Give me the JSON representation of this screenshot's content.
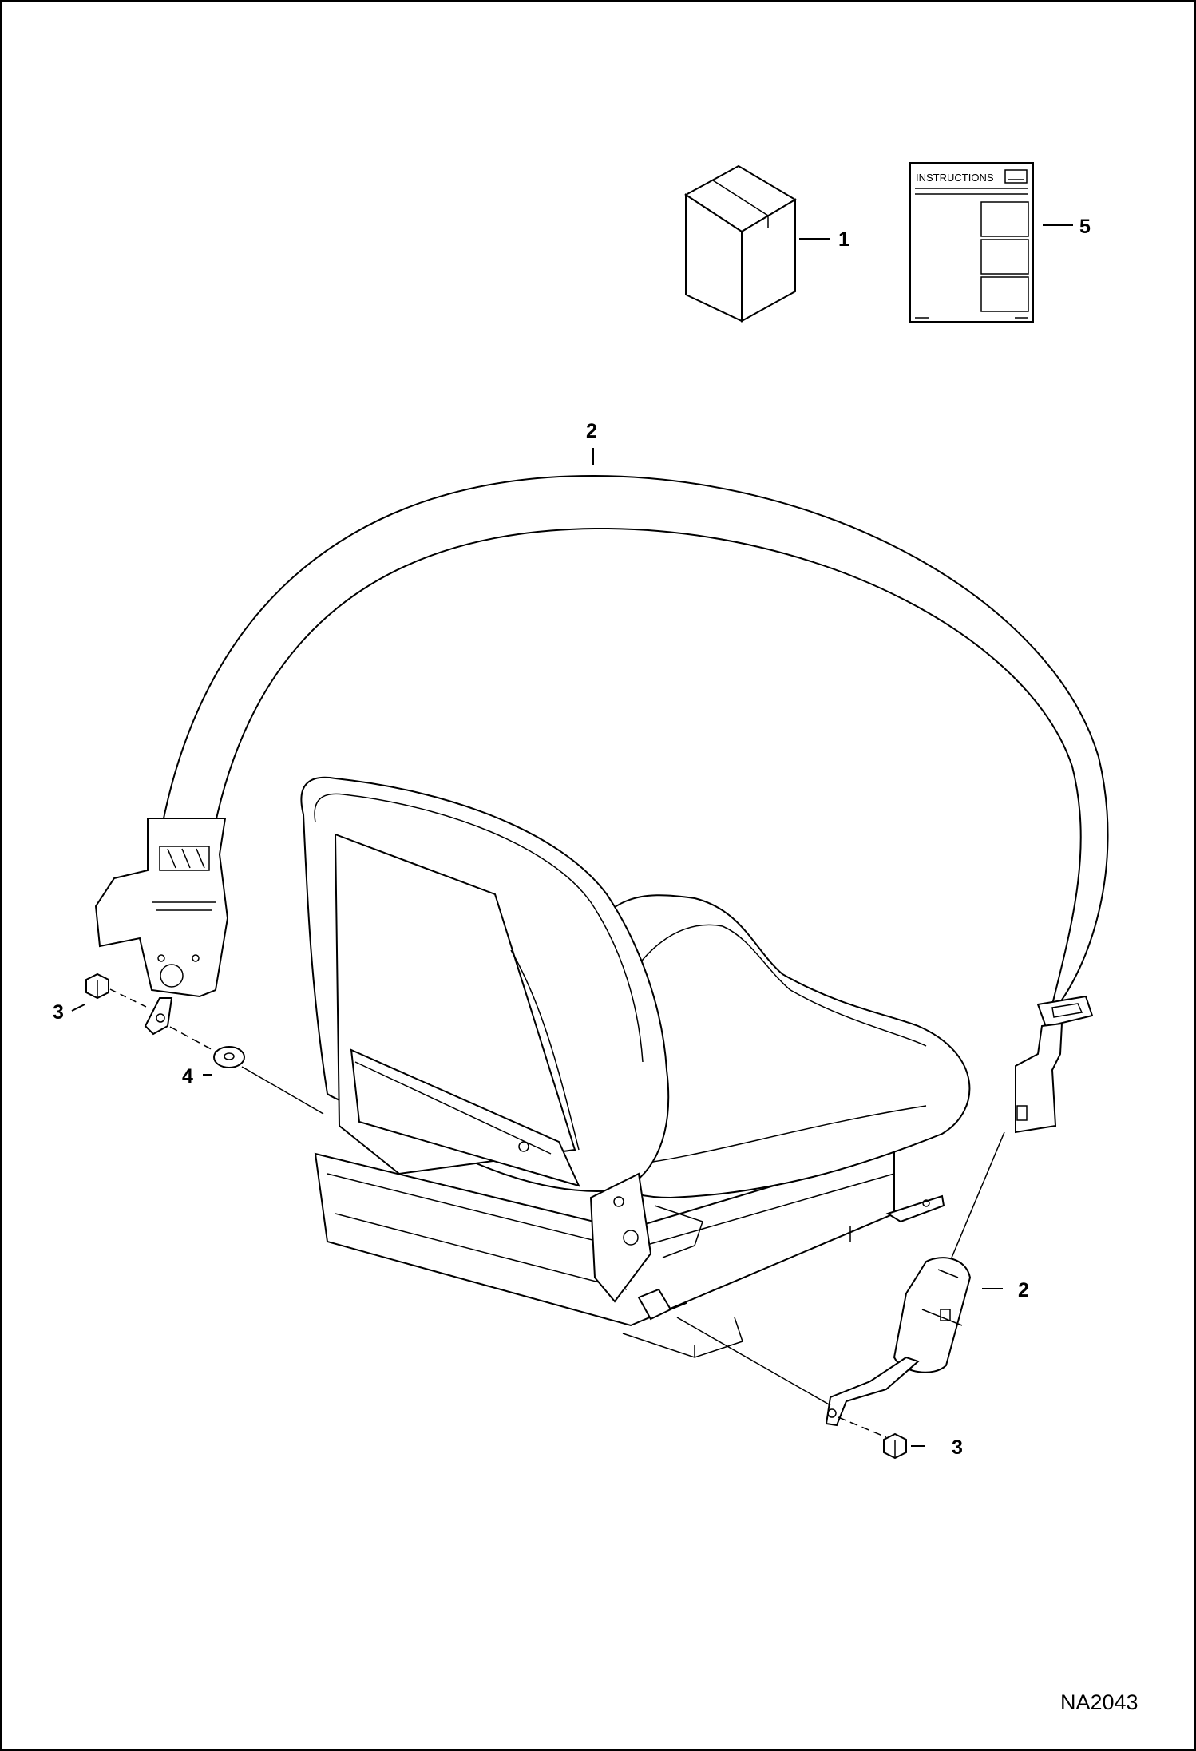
{
  "diagram": {
    "drawing_number": "NA2043",
    "instructions_label": "INSTRUCTIONS",
    "callouts": [
      {
        "id": "c1",
        "label": "1"
      },
      {
        "id": "c5",
        "label": "5"
      },
      {
        "id": "c2-belt-top",
        "label": "2"
      },
      {
        "id": "c3-left",
        "label": "3"
      },
      {
        "id": "c4",
        "label": "4"
      },
      {
        "id": "c2-buckle",
        "label": "2"
      },
      {
        "id": "c3-right",
        "label": "3"
      }
    ]
  }
}
